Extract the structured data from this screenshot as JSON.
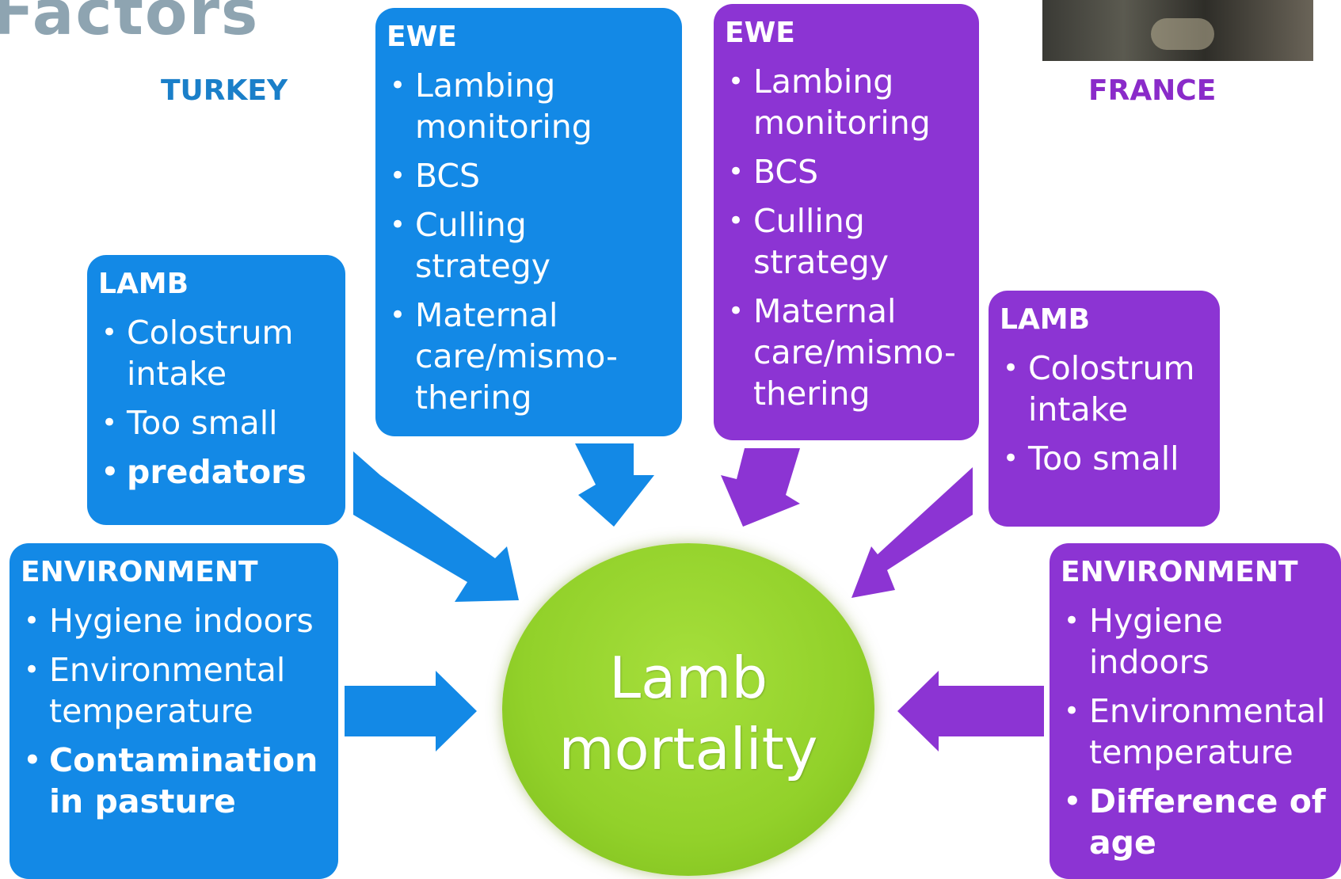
{
  "heading": "Factors",
  "countries": {
    "left": "TURKEY",
    "right": "FRANCE"
  },
  "center": {
    "line1": "Lamb",
    "line2": "mortality"
  },
  "turkey": {
    "ewe": {
      "title": "EWE",
      "items": [
        "Lambing monitoring",
        "BCS",
        "Culling strategy",
        "Maternal care/mismo-thering"
      ]
    },
    "lamb": {
      "title": "LAMB",
      "items": [
        "Colostrum intake",
        "Too small",
        "predators"
      ]
    },
    "environment": {
      "title": "ENVIRONMENT",
      "items": [
        "Hygiene indoors",
        "Environmental temperature",
        "Contamination in pasture"
      ]
    }
  },
  "france": {
    "ewe": {
      "title": "EWE",
      "items": [
        "Lambing monitoring",
        "BCS",
        "Culling strategy",
        "Maternal care/mismo-thering"
      ]
    },
    "lamb": {
      "title": "LAMB",
      "items": [
        "Colostrum intake",
        "Too small"
      ]
    },
    "environment": {
      "title": "ENVIRONMENT",
      "items": [
        "Hygiene indoors",
        "Environmental temperature",
        "Difference of age"
      ]
    }
  },
  "colors": {
    "blue": "#1389e6",
    "purple": "#8c34d3",
    "green": "#92d12a",
    "heading": "#8ea4b1"
  }
}
